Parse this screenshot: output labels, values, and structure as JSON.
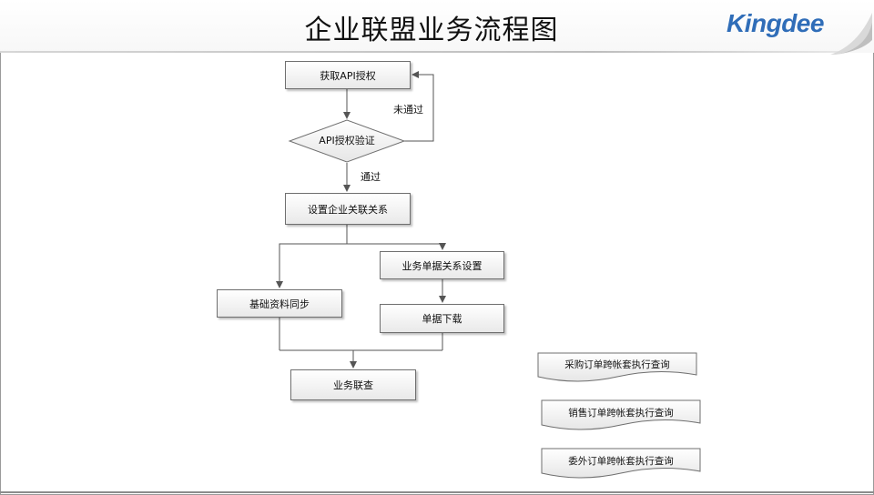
{
  "title": "企业联盟业务流程图",
  "brand": "Kingdee",
  "flow": {
    "get_auth": "获取API授权",
    "verify_auth": "API授权验证",
    "fail_label": "未通过",
    "pass_label": "通过",
    "set_relation": "设置企业关联关系",
    "doc_relation": "业务单据关系设置",
    "base_sync": "基础资料同步",
    "doc_download": "单据下载",
    "joint_query": "业务联查"
  },
  "reports": [
    "采购订单跨帐套执行查询",
    "销售订单跨帐套执行查询",
    "委外订单跨帐套执行查询"
  ],
  "colors": {
    "brand_blue": "#2f6db8",
    "line": "#555555",
    "box_border": "#6f6f6f"
  }
}
